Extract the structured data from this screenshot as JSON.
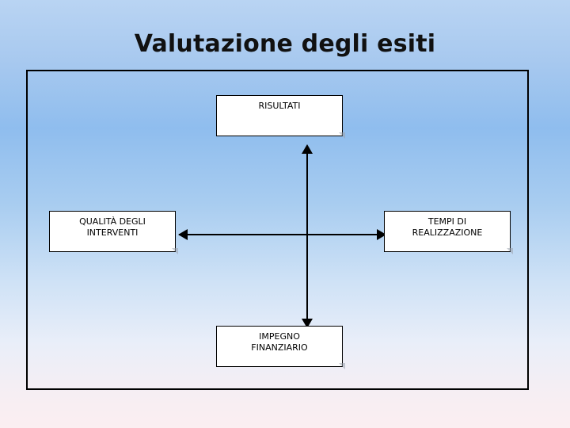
{
  "slide": {
    "title": "Valutazione degli esiti",
    "background_top_color": "#a8c9ef",
    "background_bottom_color": "#fbeef1",
    "frame_border_color": "#000000"
  },
  "diagram": {
    "type": "cross-arrow-diagram",
    "node_fill": "#ffffff",
    "node_border": "#000000",
    "nodes": [
      {
        "id": "risultati",
        "label": "RISULTATI",
        "position": "top"
      },
      {
        "id": "qualita",
        "label": "QUALITÀ DEGLI\nINTERVENTI",
        "position": "left"
      },
      {
        "id": "tempi",
        "label": "TEMPI DI\nREALIZZAZIONE",
        "position": "right"
      },
      {
        "id": "impegno",
        "label": "IMPEGNO\nFINANZIARIO",
        "position": "bottom"
      }
    ],
    "connectors": [
      {
        "id": "center-to-risultati",
        "direction": "up",
        "from": "center",
        "to": "risultati"
      },
      {
        "id": "center-to-impegno",
        "direction": "down",
        "from": "center",
        "to": "impegno"
      },
      {
        "id": "center-to-qualita",
        "direction": "left",
        "from": "center",
        "to": "qualita"
      },
      {
        "id": "center-to-tempi",
        "direction": "right",
        "from": "center",
        "to": "tempi"
      }
    ]
  }
}
